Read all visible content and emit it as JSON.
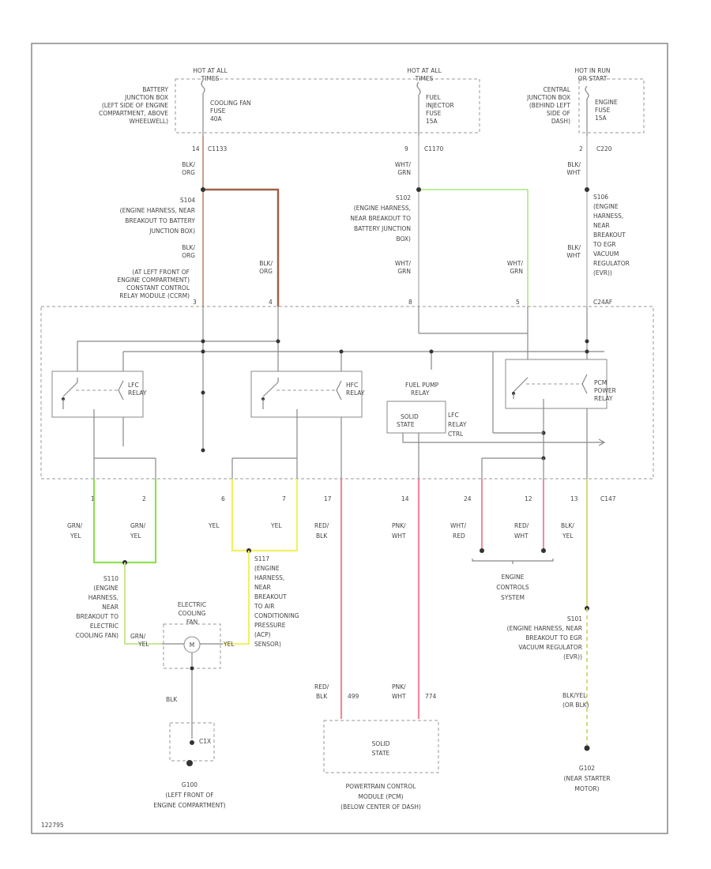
{
  "fuse_boxes": {
    "battery_jb": {
      "hot": [
        "HOT AT ALL",
        "TIMES"
      ],
      "desc": [
        "BATTERY",
        "JUNCTION BOX",
        "(LEFT SIDE OF ENGINE",
        "COMPARTMENT, ABOVE",
        "WHEELWELL)"
      ],
      "fuse": [
        "COOLING FAN",
        "FUSE",
        "40A"
      ],
      "pin": "14",
      "conn": "C1133"
    },
    "fuel_inj": {
      "hot": [
        "HOT AT ALL",
        "TIMES"
      ],
      "fuse": [
        "FUEL",
        "INJECTOR",
        "FUSE",
        "15A"
      ],
      "pin": "9",
      "conn": "C1170"
    },
    "central_jb": {
      "hot": [
        "HOT IN RUN",
        "OR START"
      ],
      "desc": [
        "CENTRAL",
        "JUNCTION BOX",
        "(BEHIND LEFT",
        "SIDE OF",
        "DASH)"
      ],
      "fuse": [
        "ENGINE",
        "FUSE",
        "15A"
      ],
      "pin": "2",
      "conn": "C220"
    }
  },
  "wires": {
    "blk_org_1": [
      "BLK/",
      "ORG"
    ],
    "blk_org_2": [
      "BLK/",
      "ORG"
    ],
    "blk_org_3": [
      "BLK/",
      "ORG"
    ],
    "wht_grn_1": [
      "WHT/",
      "GRN"
    ],
    "wht_grn_2": [
      "WHT/",
      "GRN"
    ],
    "wht_grn_3": [
      "WHT/",
      "GRN"
    ],
    "blk_wht_1": [
      "BLK/",
      "WHT"
    ],
    "blk_wht_2": [
      "BLK/",
      "WHT"
    ],
    "grn_yel_1": [
      "GRN/",
      "YEL"
    ],
    "grn_yel_2": [
      "GRN/",
      "YEL"
    ],
    "yel_1": "YEL",
    "yel_2": "YEL",
    "red_blk": [
      "RED/",
      "BLK"
    ],
    "pnk_wht": [
      "PNK/",
      "WHT"
    ],
    "wht_red": [
      "WHT/",
      "RED"
    ],
    "red_wht": [
      "RED/",
      "WHT"
    ],
    "blk_yel": [
      "BLK/",
      "YEL"
    ],
    "grn_yel_fan": [
      "GRN/",
      "YEL"
    ],
    "yel_fan": "YEL",
    "blk_gnd": "BLK",
    "red_blk_pcm": [
      "RED/",
      "BLK"
    ],
    "pnk_wht_pcm": [
      "PNK/",
      "WHT"
    ],
    "circ_499": "499",
    "circ_774": "774",
    "blk_yel_or": [
      "BLK/YEL",
      "(OR BLK)"
    ]
  },
  "splices": {
    "s104": [
      "S104",
      "(ENGINE HARNESS, NEAR",
      "BREAKOUT TO BATTERY",
      "JUNCTION BOX)"
    ],
    "s102": [
      "S102",
      "(ENGINE HARNESS,",
      "NEAR BREAKOUT TO",
      "BATTERY JUNCTION",
      "BOX)"
    ],
    "s106": [
      "S106",
      "(ENGINE",
      "HARNESS,",
      "NEAR",
      "BREAKOUT",
      "TO EGR",
      "VACUUM",
      "REGULATOR",
      "(EVR))"
    ],
    "s110": [
      "S110",
      "(ENGINE",
      "HARNESS,",
      "NEAR",
      "BREAKOUT TO",
      "ELECTRIC",
      "COOLING FAN)"
    ],
    "s117": [
      "S117",
      "(ENGINE",
      "HARNESS,",
      "NEAR",
      "BREAKOUT",
      "TO AIR",
      "CONDITIONING",
      "PRESSURE",
      "(ACP)",
      "SENSOR)"
    ],
    "s101": [
      "S101",
      "(ENGINE HARNESS, NEAR",
      "BREAKOUT TO EGR",
      "VACUUM REGULATOR",
      "(EVR))"
    ]
  },
  "ccrm": {
    "desc": [
      "(AT LEFT FRONT OF",
      "ENGINE COMPARTMENT)",
      "CONSTANT CONTROL",
      "RELAY MODULE (CCRM)"
    ],
    "pins_top": [
      "3",
      "4",
      "8",
      "5"
    ],
    "conn_top": "C24AF",
    "lfc": [
      "LFC",
      "RELAY"
    ],
    "hfc": [
      "HFC",
      "RELAY"
    ],
    "fuel_pump": [
      "FUEL PUMP",
      "RELAY"
    ],
    "pcm_power": [
      "PCM",
      "POWER",
      "RELAY"
    ],
    "solid_state": [
      "SOLID",
      "STATE"
    ],
    "lfc_ctrl": [
      "LFC",
      "RELAY",
      "CTRL"
    ],
    "pins_bottom": [
      "1",
      "2",
      "6",
      "7",
      "17",
      "14",
      "24",
      "12",
      "13"
    ],
    "conn_bottom": "C147"
  },
  "components": {
    "fan": [
      "ELECTRIC",
      "COOLING",
      "FAN"
    ],
    "fan_motor": "M",
    "engine_ctrl": [
      "ENGINE",
      "CONTROLS",
      "SYSTEM"
    ],
    "g_pin": "C1X",
    "g100": [
      "G100",
      "(LEFT FRONT OF",
      "ENGINE COMPARTMENT)"
    ],
    "pcm_solid": [
      "SOLID",
      "STATE"
    ],
    "pcm": [
      "POWERTRAIN CONTROL",
      "MODULE (PCM)",
      "(BELOW CENTER OF DASH)"
    ],
    "g102": [
      "G102",
      "(NEAR STARTER",
      "MOTOR)"
    ]
  },
  "footer_code": "122795",
  "colors": {
    "tan": "#c9a088",
    "brown": "#a0624a",
    "green": "#a8e878",
    "lime": "#90e050",
    "yellow": "#f2f060",
    "pink": "#f08a9a",
    "olive": "#d8d880"
  }
}
